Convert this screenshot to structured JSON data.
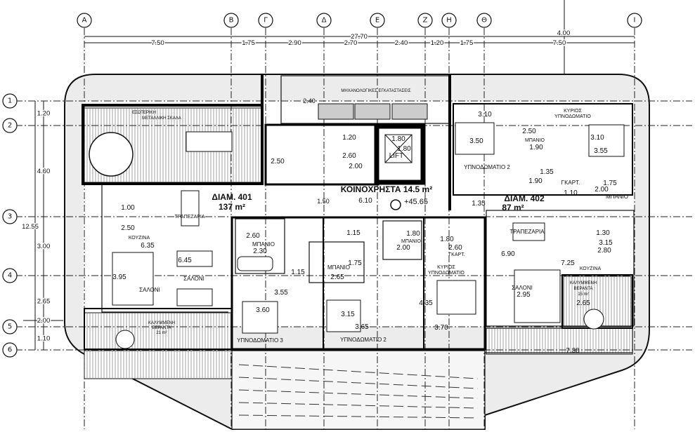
{
  "grid": {
    "columns": [
      "Α",
      "Β",
      "Γ",
      "Δ",
      "Ε",
      "Ζ",
      "Η",
      "Θ",
      "Ι"
    ],
    "rows": [
      "1",
      "2",
      "3",
      "4",
      "5",
      "6"
    ]
  },
  "dimensions": {
    "overall_width": "27.70",
    "top": [
      "7.50",
      "1.75",
      "2.90",
      "2.70",
      "2.40",
      "1.20",
      "1.75",
      "7.50"
    ],
    "offset": "4.00",
    "overall_depth": "12.55",
    "left": [
      "1.20",
      "4.60",
      "3.00",
      "2.65",
      "1.10"
    ],
    "left_extra": "2.00"
  },
  "labels": [
    {
      "text": "ΜΗΧΑΝΟΛΟΓΙΚΕΣ ΕΓΚΑΤΑΣΤΑΣΕΙΣ"
    },
    {
      "text": "2.40"
    },
    {
      "text": "ΕΣΩΤΕΡΙΚΗ"
    },
    {
      "text": "ΜΕΤΑΛΛΙΚΗ ΣΚΑΛΑ"
    },
    {
      "text": "1.20"
    },
    {
      "text": "2.60"
    },
    {
      "text": "2.50"
    },
    {
      "text": "2.00"
    },
    {
      "text": "1.80"
    },
    {
      "text": "1.80"
    },
    {
      "text": "LIFT"
    },
    {
      "text": "ΚΟΙΝΟΧΡΗΣΤΑ 14.5 m²"
    },
    {
      "text": "1.50"
    },
    {
      "text": "6.10"
    },
    {
      "text": "+45.65"
    },
    {
      "text": "ΔΙΑΜ. 401"
    },
    {
      "text": "137 m²"
    },
    {
      "text": "1.00"
    },
    {
      "text": "2.50"
    },
    {
      "text": "ΚΟΥΖΙΝΑ"
    },
    {
      "text": "6.35"
    },
    {
      "text": "ΤΡΑΠΕΖΑΡΙΑ"
    },
    {
      "text": "6.45"
    },
    {
      "text": "3.95"
    },
    {
      "text": "ΣΑΛΟΝΙ"
    },
    {
      "text": "ΣΑΛΟΝΙ"
    },
    {
      "text": "ΚΑΛΥΜΜΕΝΗ"
    },
    {
      "text": "ΒΕΡΑΝΤΑ"
    },
    {
      "text": "21 m²"
    },
    {
      "text": "2.60"
    },
    {
      "text": "ΜΠΑΝΙΟ"
    },
    {
      "text": "2.30"
    },
    {
      "text": "1.15"
    },
    {
      "text": "3.55"
    },
    {
      "text": "3.60"
    },
    {
      "text": "ΥΠΝΟΔΩΜΑΤΙΟ 3"
    },
    {
      "text": "1.15"
    },
    {
      "text": "ΜΠΑΝΙΟ"
    },
    {
      "text": "2.65"
    },
    {
      "text": "1.75"
    },
    {
      "text": "3.15"
    },
    {
      "text": "3.65"
    },
    {
      "text": "ΥΠΝΟΔΩΜΑΤΙΟ 2"
    },
    {
      "text": "3.10"
    },
    {
      "text": "3.50"
    },
    {
      "text": "ΥΠΝΟΔΩΜΑΤΙΟ 2"
    },
    {
      "text": "2.50"
    },
    {
      "text": "ΜΠΑΝΙΟ"
    },
    {
      "text": "1.90"
    },
    {
      "text": "ΚΥΡΙΟΣ"
    },
    {
      "text": "ΥΠΝΟΔΩΜΑΤΙΟ"
    },
    {
      "text": "3.10"
    },
    {
      "text": "3.55"
    },
    {
      "text": "1.35"
    },
    {
      "text": "1.90"
    },
    {
      "text": "ΓΚΑΡΤ."
    },
    {
      "text": "1.10"
    },
    {
      "text": "1.75"
    },
    {
      "text": "2.00"
    },
    {
      "text": "ΜΠΑΝΙΟ"
    },
    {
      "text": "1.35"
    },
    {
      "text": "ΔΙΑΜ. 402"
    },
    {
      "text": "87 m²"
    },
    {
      "text": "ΤΡΑΠΕΖΑΡΙΑ"
    },
    {
      "text": "1.30"
    },
    {
      "text": "3.15"
    },
    {
      "text": "2.80"
    },
    {
      "text": "6.90"
    },
    {
      "text": "7.25"
    },
    {
      "text": "ΚΟΥΖΙΝΑ"
    },
    {
      "text": "1.80"
    },
    {
      "text": "ΜΠΑΝΙΟ"
    },
    {
      "text": "2.00"
    },
    {
      "text": "1.80"
    },
    {
      "text": "2.60"
    },
    {
      "text": "ΓΚΑΡΤ."
    },
    {
      "text": "ΚΥΡΙΟΣ"
    },
    {
      "text": "ΥΠΝΟΔΩΜΑΤΙΟ"
    },
    {
      "text": "4.35"
    },
    {
      "text": "3.70"
    },
    {
      "text": "ΣΑΛΟΝΙ"
    },
    {
      "text": "2.95"
    },
    {
      "text": "ΚΑΛΥΜΜΕΝΗ"
    },
    {
      "text": "ΒΕΡΑΝΤΑ"
    },
    {
      "text": "15 m²"
    },
    {
      "text": "2.65"
    },
    {
      "text": "7.30"
    }
  ]
}
